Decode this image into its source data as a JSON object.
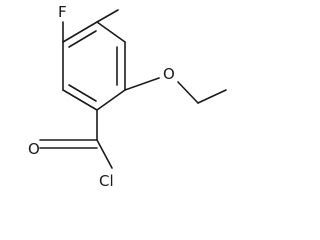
{
  "molecule": {
    "atoms": {
      "fluorine": "F",
      "oxygen_ether": "O",
      "oxygen_carbonyl": "O",
      "chlorine": "Cl"
    }
  },
  "colors": {
    "bond": "#1a1a1a",
    "label": "#1a1a1a",
    "background": "#ffffff"
  }
}
